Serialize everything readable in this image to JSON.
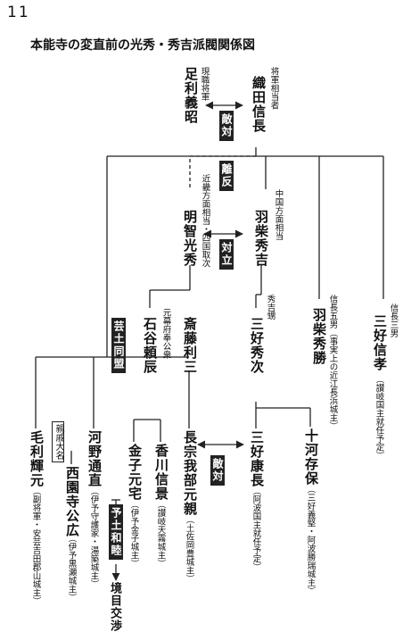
{
  "page_number": "11",
  "title": "本能寺の変直前の光秀・秀吉派閥関係図",
  "people": {
    "ashikaga": {
      "name": "足利義昭",
      "note": "現職将軍"
    },
    "oda": {
      "name": "織田信長",
      "note": "将軍相当者"
    },
    "akechi": {
      "name": "明智光秀",
      "note": "近畿方面相当・四国取次"
    },
    "hashiba": {
      "name": "羽柴秀吉",
      "note": "中国方面相当"
    },
    "ishigai": {
      "name": "石谷頼辰",
      "note": "元幕府奉公衆"
    },
    "saito": {
      "name": "斎藤利三"
    },
    "miyoshi_hidetsugu": {
      "name": "三好秀次",
      "note": "秀吉甥"
    },
    "hashiba_hidekatsu": {
      "name": "羽柴秀勝",
      "note": "信長五男（事実上の近江長浜城主）"
    },
    "miyoshi_nobutaka": {
      "name": "三好信孝",
      "note": "信長三男",
      "sub": "（讃岐国主就任予定）"
    },
    "mouri": {
      "name": "毛利輝元",
      "sub": "（副将軍・安芸吉田郡山城主）"
    },
    "kouno": {
      "name": "河野通直",
      "sub": "（伊予守護家・湯築城主）"
    },
    "saionji": {
      "name": "西園寺公広",
      "sub": "（伊予黒瀬城主）"
    },
    "kaneko": {
      "name": "金子元宅",
      "sub": "（伊予金子城主）"
    },
    "kagawa": {
      "name": "香川信景",
      "sub": "（讃岐天霧城主）"
    },
    "chosokabe": {
      "name": "長宗我部元親",
      "sub": "（土佐岡豊城主）"
    },
    "miyoshi_yasunaga": {
      "name": "三好康長",
      "sub": "（阿波国主就任予定）"
    },
    "sogo": {
      "name": "十河存保",
      "sub": "（三好義堅・阿波勝瑞城主）"
    }
  },
  "relations": {
    "enemy_top": "敵対",
    "rebellion": "離反",
    "opposition": "対立",
    "geishi_alliance": "芸土同盟",
    "enemy_bottom": "敵対",
    "yodo_peace": "予土和睦",
    "border": "境目交渉",
    "kinship": "親戚大名"
  }
}
